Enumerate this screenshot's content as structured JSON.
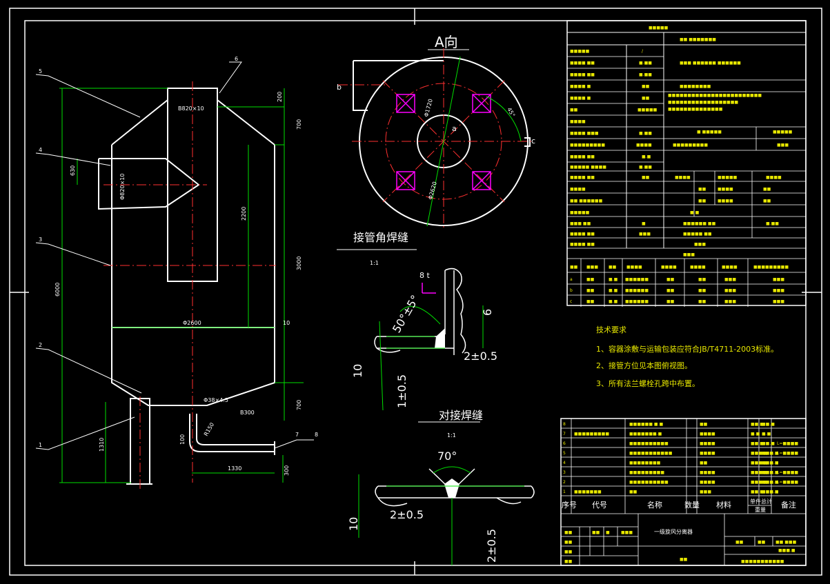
{
  "main_view": {
    "part_numbers": [
      "5",
      "6",
      "4",
      "3",
      "2",
      "1",
      "7",
      "8"
    ],
    "labels": {
      "pipe_top": "B820×10",
      "pipe_side": "Φ820×10",
      "shell": "Φ2600",
      "shell_thk": "10",
      "cone_pipe": "Φ38×4.5",
      "b300": "B300",
      "r150": "R150",
      "l1330": "1330",
      "h300": "300",
      "h100": "100",
      "h1310": "1310"
    },
    "dims": {
      "total_height": "6000",
      "d630": "630",
      "d200": "200",
      "d700_top": "700",
      "d2200": "2200",
      "d3000": "3000",
      "d700_bot": "700"
    }
  },
  "view_a": {
    "title": "A向",
    "letters": {
      "a": "a",
      "b": "b",
      "c": "c"
    },
    "dims": {
      "angle": "45°",
      "d1": "Φ1720",
      "d2": "Φ2620"
    }
  },
  "weld1": {
    "title": "接管角焊缝",
    "scale": "1:1",
    "labels": {
      "t8": "8 t",
      "angle": "50°±5°",
      "six": "6",
      "gap": "2±0.5",
      "ten": "10",
      "one": "1±0.5"
    }
  },
  "weld2": {
    "title": "对接焊缝",
    "scale": "1:1",
    "labels": {
      "angle": "70°",
      "gap": "2±0.5",
      "ten": "10",
      "two": "2±0.5"
    }
  },
  "tech_req": {
    "title": "技术要求",
    "items": [
      "1、容器涂敷与运输包装应符合JB/T4711-2003标准。",
      "2、接管方位见本图俯视图。",
      "3、所有法兰螺栓孔跨中布置。"
    ]
  },
  "title_block": {
    "seq": "序号",
    "code": "代号",
    "name": "名称",
    "qty": "数量",
    "material": "材料",
    "single": "单件",
    "total": "总计",
    "weight": "重量",
    "remark": "备注",
    "drawing_name": "一级旋风分离器"
  }
}
